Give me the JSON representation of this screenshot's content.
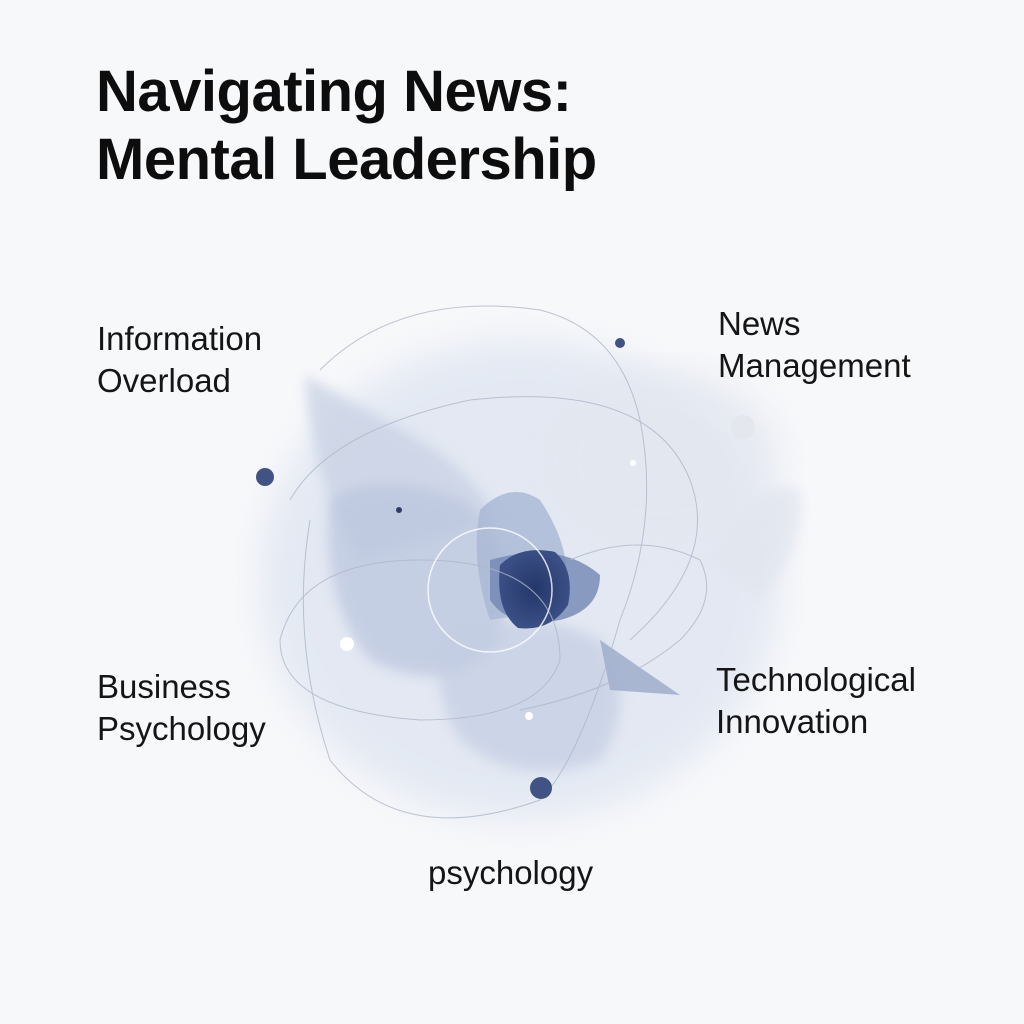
{
  "title": {
    "line1": "Navigating News:",
    "line2": "Mental Leadership"
  },
  "labels": {
    "top_left": {
      "line1": "Information",
      "line2": "Overload"
    },
    "top_right": {
      "line1": "News",
      "line2": "Management"
    },
    "bottom_left": {
      "line1": "Business",
      "line2": "Psychology"
    },
    "bottom_right": {
      "line1": "Technological",
      "line2": "Innovation"
    },
    "bottom": "psychology"
  },
  "colors": {
    "background": "#f7f8fa",
    "accent_dark": "#2a3d6e",
    "dot": "#3f5482",
    "shape_light": "#c9d2e6"
  }
}
